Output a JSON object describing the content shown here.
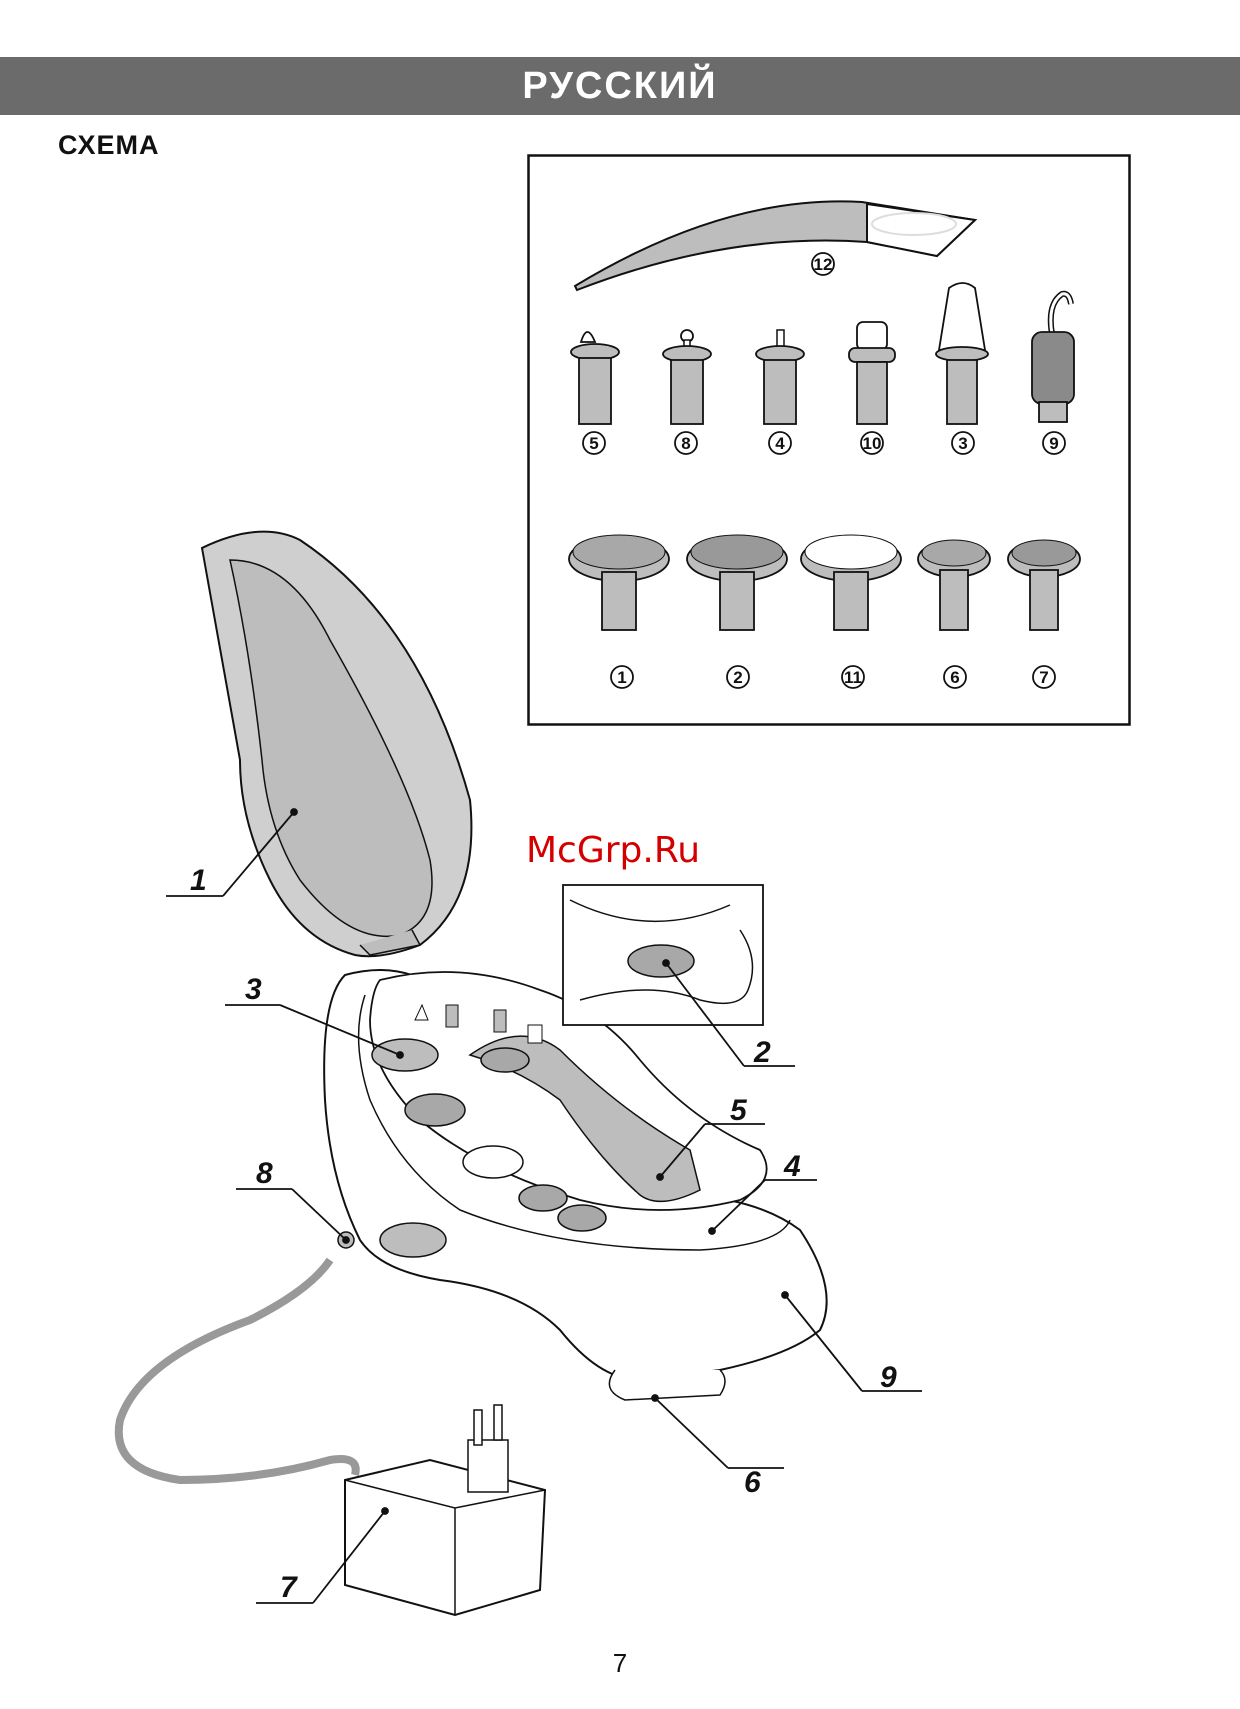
{
  "header": {
    "language": "РУССКИЙ"
  },
  "section": {
    "title": "СХЕМА"
  },
  "watermark": "McGrp.Ru",
  "page_number": "7",
  "attachments": {
    "top_row": [
      "12"
    ],
    "middle_row": [
      "5",
      "8",
      "4",
      "10",
      "3",
      "9"
    ],
    "bottom_row": [
      "1",
      "2",
      "11",
      "6",
      "7"
    ]
  },
  "callouts": {
    "lid": "1",
    "switch": "2",
    "storage": "3",
    "holder": "4",
    "spindle": "5",
    "light": "6",
    "adapter": "7",
    "socket": "8",
    "body": "9"
  },
  "colors": {
    "header_bg": "#6b6b6b",
    "part_fill": "#bdbdbd",
    "watermark": "#d40000"
  }
}
